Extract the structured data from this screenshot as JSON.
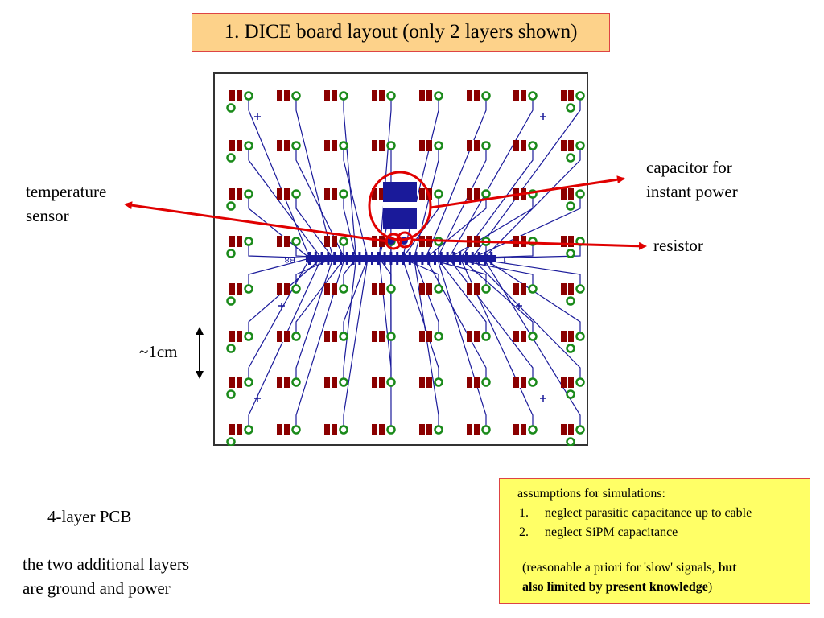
{
  "title": "1. DICE board layout (only 2 layers shown)",
  "labels": {
    "temperature_sensor": [
      "temperature",
      "sensor"
    ],
    "capacitor": [
      "capacitor for",
      "instant power"
    ],
    "resistor": "resistor",
    "scale": "~1cm",
    "pcb": "4-layer PCB",
    "additional_layers": [
      "the two additional layers",
      "are ground and power"
    ]
  },
  "board_silkscreen": {
    "left": "B8",
    "right": "1"
  },
  "notes": {
    "heading": "assumptions for simulations:",
    "items": [
      {
        "num": "1.",
        "text": "neglect parasitic capacitance up to cable"
      },
      {
        "num": "2.",
        "text": "neglect SiPM capacitance"
      }
    ],
    "footer_prefix": "(reasonable a priori for 'slow' signals, ",
    "footer_bold_1": "but",
    "footer_bold_2": "also limited by present knowledge",
    "footer_suffix": ")"
  },
  "colors": {
    "pad": "#8b0000",
    "via_ring": "#1a8a1a",
    "trace": "#1a1a9a",
    "arrow": "#e00000",
    "title_bg": "#fdd28a",
    "note_bg": "#ffff66"
  }
}
